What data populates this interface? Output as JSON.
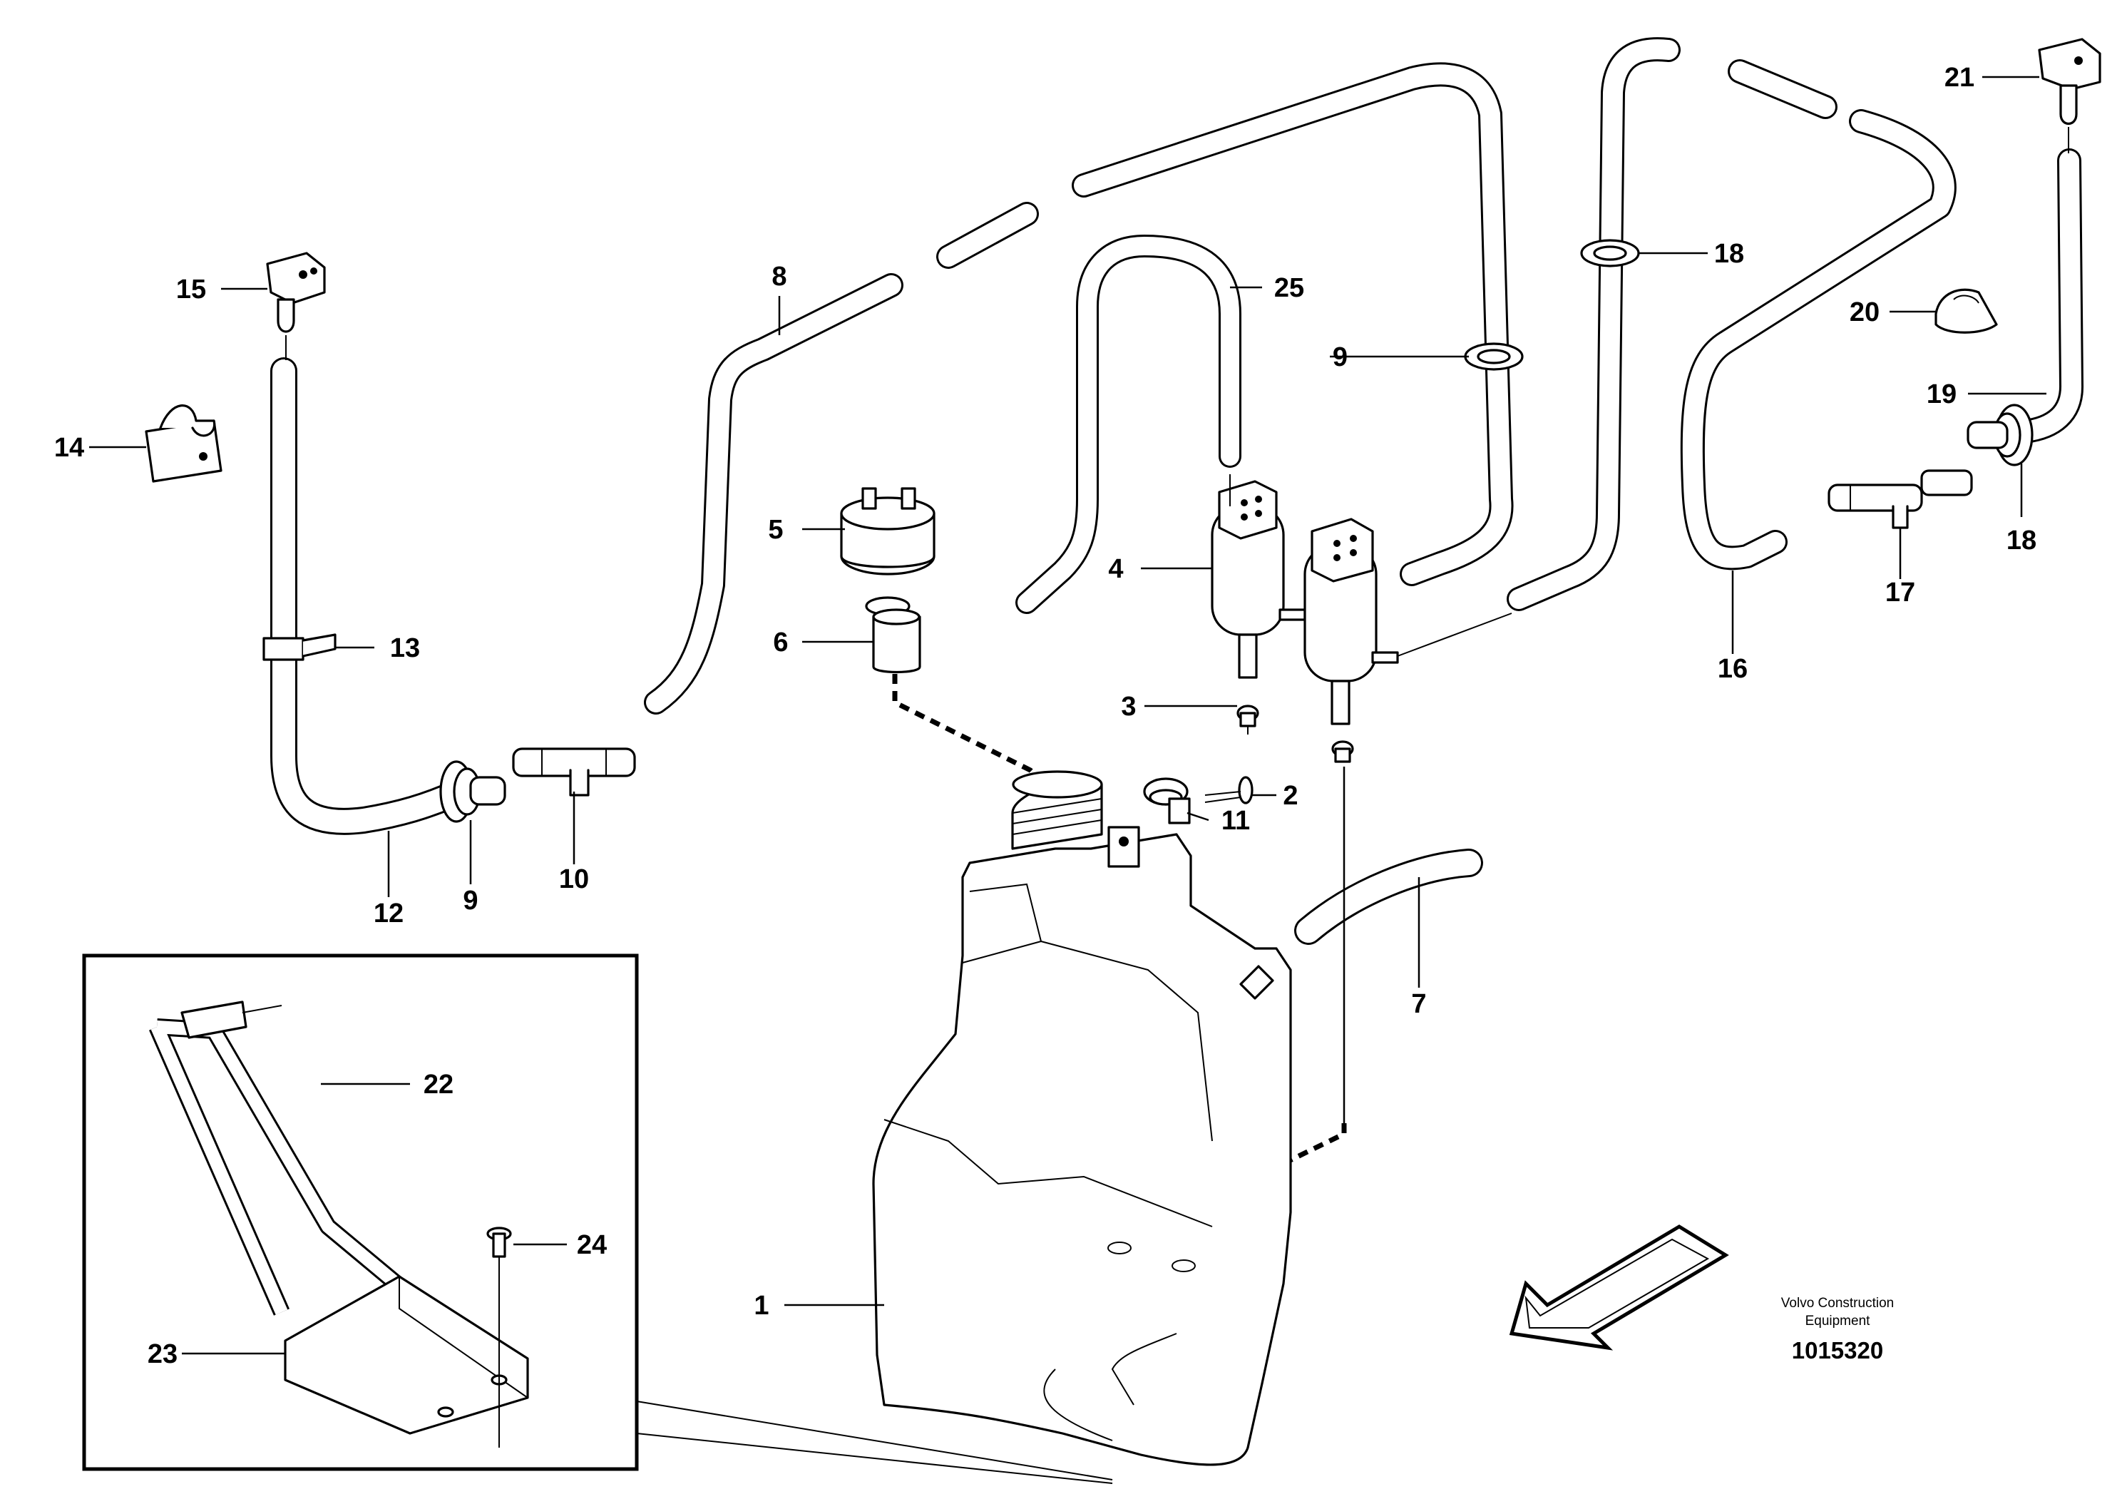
{
  "diagram": {
    "callouts": [
      {
        "id": "c1",
        "text": "1"
      },
      {
        "id": "c2",
        "text": "2"
      },
      {
        "id": "c3",
        "text": "3"
      },
      {
        "id": "c4",
        "text": "4"
      },
      {
        "id": "c5",
        "text": "5"
      },
      {
        "id": "c6",
        "text": "6"
      },
      {
        "id": "c7",
        "text": "7"
      },
      {
        "id": "c8",
        "text": "8"
      },
      {
        "id": "c9a",
        "text": "9"
      },
      {
        "id": "c9b",
        "text": "9"
      },
      {
        "id": "c10",
        "text": "10"
      },
      {
        "id": "c11",
        "text": "11"
      },
      {
        "id": "c12",
        "text": "12"
      },
      {
        "id": "c13",
        "text": "13"
      },
      {
        "id": "c14",
        "text": "14"
      },
      {
        "id": "c15",
        "text": "15"
      },
      {
        "id": "c16",
        "text": "16"
      },
      {
        "id": "c17",
        "text": "17"
      },
      {
        "id": "c18a",
        "text": "18"
      },
      {
        "id": "c18b",
        "text": "18"
      },
      {
        "id": "c19",
        "text": "19"
      },
      {
        "id": "c20",
        "text": "20"
      },
      {
        "id": "c21",
        "text": "21"
      },
      {
        "id": "c22",
        "text": "22"
      },
      {
        "id": "c23",
        "text": "23"
      },
      {
        "id": "c24",
        "text": "24"
      },
      {
        "id": "c25",
        "text": "25"
      }
    ],
    "credit_line1": "Volvo Construction",
    "credit_line2": "Equipment",
    "document_number": "1015320"
  }
}
